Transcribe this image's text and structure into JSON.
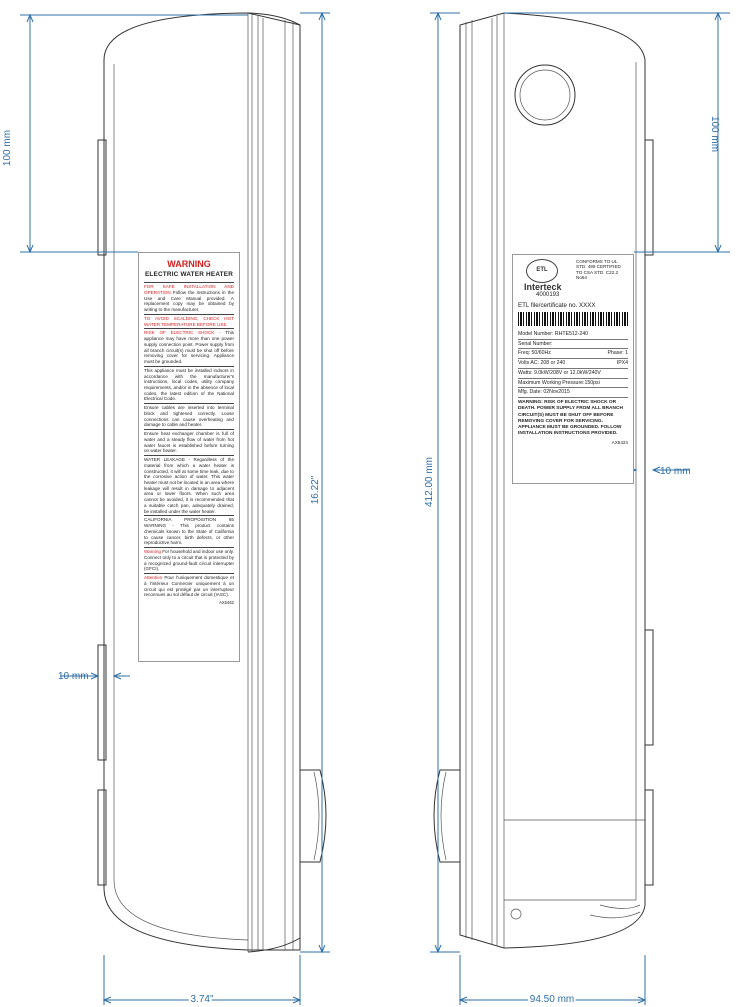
{
  "dimensions": {
    "left_top_height": "100 mm",
    "left_overall_height": "16.22\"",
    "left_side_offset": "10 mm",
    "left_width": "3.74\"",
    "right_top_height": "100 mm",
    "right_overall_height": "412.00 mm",
    "right_side_offset": "10 mm",
    "right_width": "94.50 mm"
  },
  "warning_label": {
    "title": "WARNING",
    "subtitle": "ELECTRIC WATER HEATER",
    "p1_red": "FOR SAFE INSTALLATION AND OPERATION",
    "p1": "Follow the instructions in the Use and Care Manual provided. A replacement copy may be obtained by writing to the manufacturer.",
    "p2_red": "TO AVOID SCALDING, CHECK HOT WATER TEMPERATURE BEFORE USE.",
    "p3_red": "RISK OF ELECTRIC SHOCK -",
    "p3": "This appliance may have more than one power supply connection point. Power supply from all branch circuit(s) must be shut off before removing cover for servicing. Appliance must be grounded.",
    "p4": "This appliance must be installed indoors in accordance with the manufacturer's instructions, local codes, utility company requirements, and/or in the absence of local codes, the latest edition of the National Electrical Code.",
    "p5": "Ensure cables are inserted into terminal block and tightened correctly. Loose connections can cause overheating and damage to cable and heater.",
    "p6": "Ensure heat exchanger chamber is full of water and a steady flow of water from hot water faucet is established before turning on water heater.",
    "p7": "WATER LEAKAGE - Regardless of the material from which a water heater is constructed, it will at some time leak, due to the corrosive action of water. This water heater must not be located in an area where leakage will result in damage to adjacent area or lower floors. When such area cannot be avoided, it is recommended that a suitable catch pan, adequately drained, be installed under the water heater.",
    "p8": "CALIFORNIA PROPOSITION 65 WARNING - This product contains chemicals known to the State of California to cause cancer, birth defects, or other reproductive harm.",
    "p9_red": "Warning",
    "p9": "For household and indoor use only. Connect only to a circuit that is protected by a recognized ground-fault circuit interrupter (GFCI).",
    "p10_red": "Attention",
    "p10": "Pour l'uniquement domestique et à l'intérieur Connecter uniquement à un circuit qui est protégé par un interrupteur reconnues au sol défaut de circuit (IASC).",
    "code": "AX5462"
  },
  "rating_label": {
    "cert_mark": "ETL",
    "conforms": "CONFORMS TO UL STD. 499 CERTIFIED TO CSA STD. C22.2 No64",
    "brand": "Interteck",
    "brand_number": "4000193",
    "etl_file": "ETL file/certificate no. XXXX",
    "model": "Model Number: RHTE512-240",
    "serial": "Serial Number:",
    "freq": "Freq: 50/60Hz",
    "phase": "Phase: 1",
    "volts": "Volts AC: 208 or 240",
    "ipx": "IPX4",
    "watts": "Watts: 9.0kW/208V or 12.0kW/240V",
    "pressure": "Maximum Working Pressure:150psi",
    "mfg": "Mfg. Date: 02Nov2015",
    "warning": "WARNING: RISK OF ELECTRIC SHOCK OR DEATH. POWER SUPPLY FROM ALL BRANCH CIRCUIT(S) MUST BE SHUT OFF BEFORE REMOVING COVER FOR SERVICING. APPLIANCE MUST BE GROUNDED. FOLLOW INSTALLATION INSTRUCTIONS PROVIDED.",
    "code": "AX5424"
  }
}
